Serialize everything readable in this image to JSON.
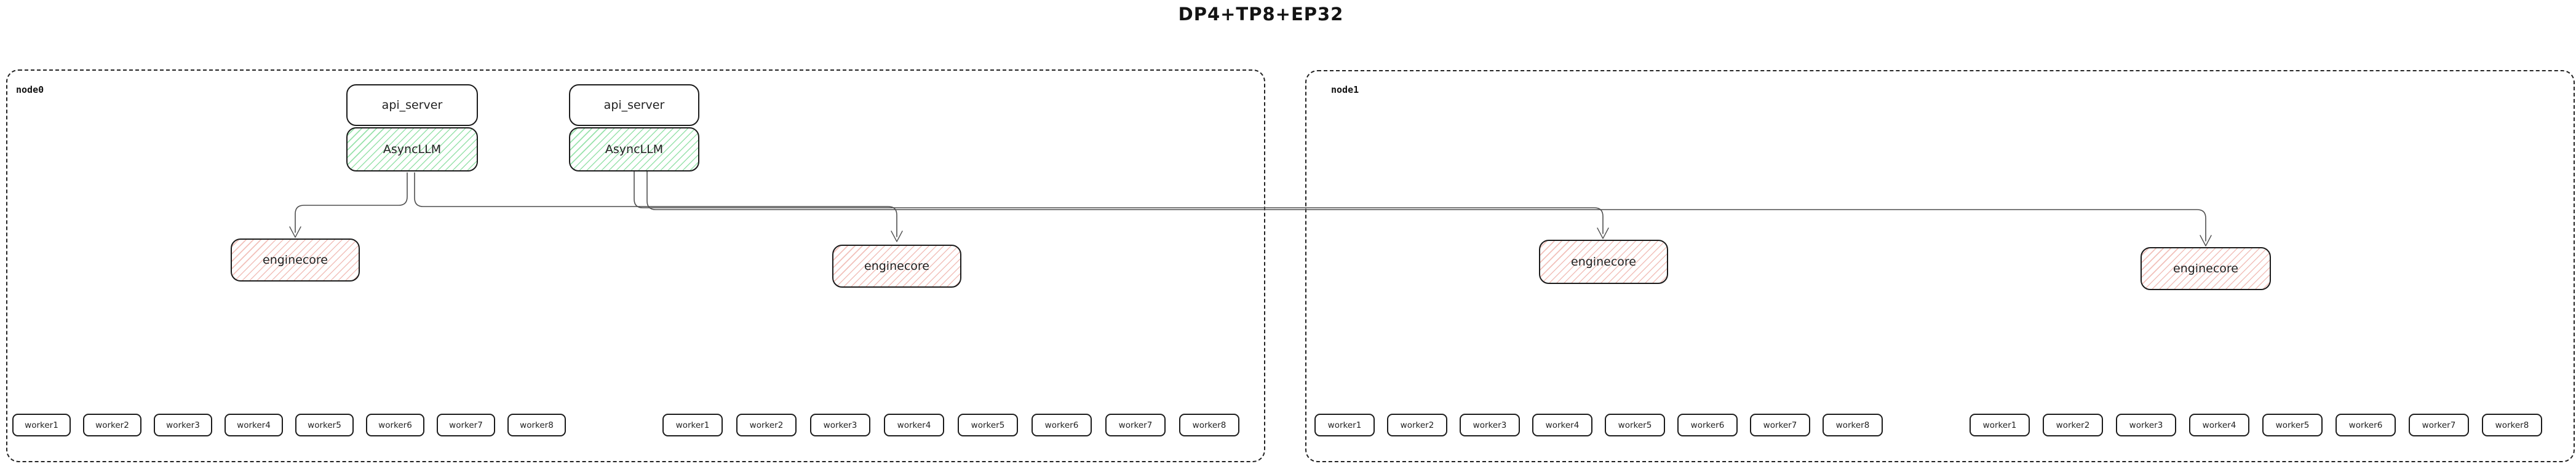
{
  "title": "DP4+TP8+EP32",
  "colors": {
    "background": "#ffffff",
    "box_border": "#1b1b1b",
    "node_border": "#222222",
    "edge": "#4f4f4f",
    "asyncllm_hatch_green": "#86dd9c",
    "enginecore_hatch_red": "#f0b9b2"
  },
  "node0": {
    "label": "node0",
    "api_servers": [
      {
        "label": "api_server"
      },
      {
        "label": "api_server"
      }
    ],
    "asyncllms": [
      {
        "label": "AsyncLLM"
      },
      {
        "label": "AsyncLLM"
      }
    ],
    "enginecores": [
      "enginecore",
      "enginecore"
    ],
    "worker_groups": [
      [
        "worker1",
        "worker2",
        "worker3",
        "worker4",
        "worker5",
        "worker6",
        "worker7",
        "worker8"
      ],
      [
        "worker1",
        "worker2",
        "worker3",
        "worker4",
        "worker5",
        "worker6",
        "worker7",
        "worker8"
      ]
    ]
  },
  "node1": {
    "label": "node1",
    "enginecores": [
      "enginecore",
      "enginecore"
    ],
    "worker_groups": [
      [
        "worker1",
        "worker2",
        "worker3",
        "worker4",
        "worker5",
        "worker6",
        "worker7",
        "worker8"
      ],
      [
        "worker1",
        "worker2",
        "worker3",
        "worker4",
        "worker5",
        "worker6",
        "worker7",
        "worker8"
      ]
    ]
  }
}
